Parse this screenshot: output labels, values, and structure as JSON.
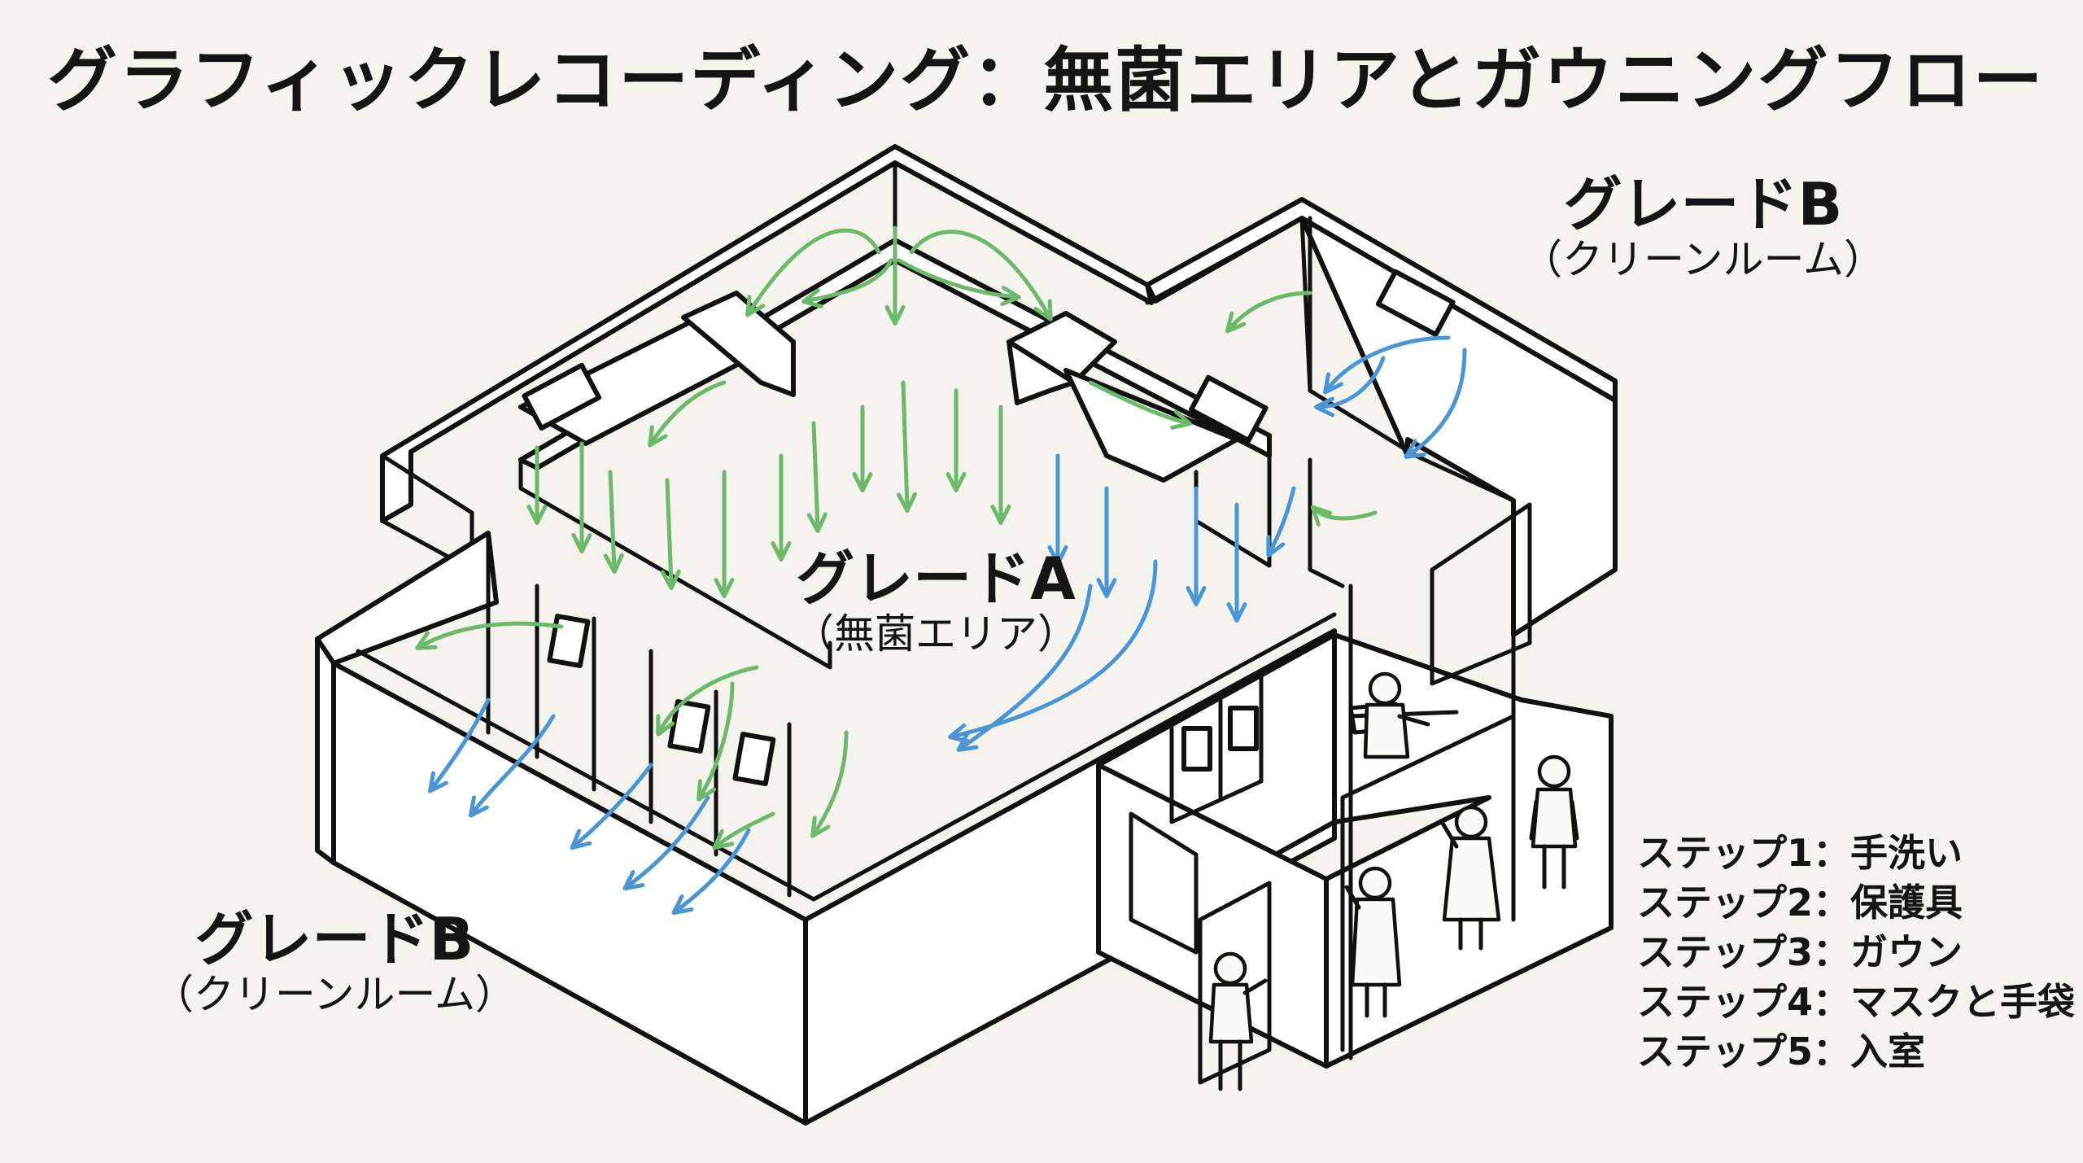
{
  "title": "グラフィックレコーディング：無菌エリアとガウニングフロー",
  "colors": {
    "background": "#f4f3ee",
    "ink": "#111111",
    "green_airflow": "#6db86b",
    "blue_airflow": "#4b95d3"
  },
  "zones": {
    "grade_a": {
      "name": "グレードA",
      "sub": "（無菌エリア）"
    },
    "grade_b_right": {
      "name": "グレードB",
      "sub": "（クリーンルーム）"
    },
    "grade_b_left": {
      "name": "グレードB",
      "sub": "（クリーンルーム）"
    }
  },
  "steps": [
    "ステップ1：手洗い",
    "ステップ2：保護具",
    "ステップ3：ガウン",
    "ステップ4：マスクと手袋",
    "ステップ5：入室"
  ]
}
